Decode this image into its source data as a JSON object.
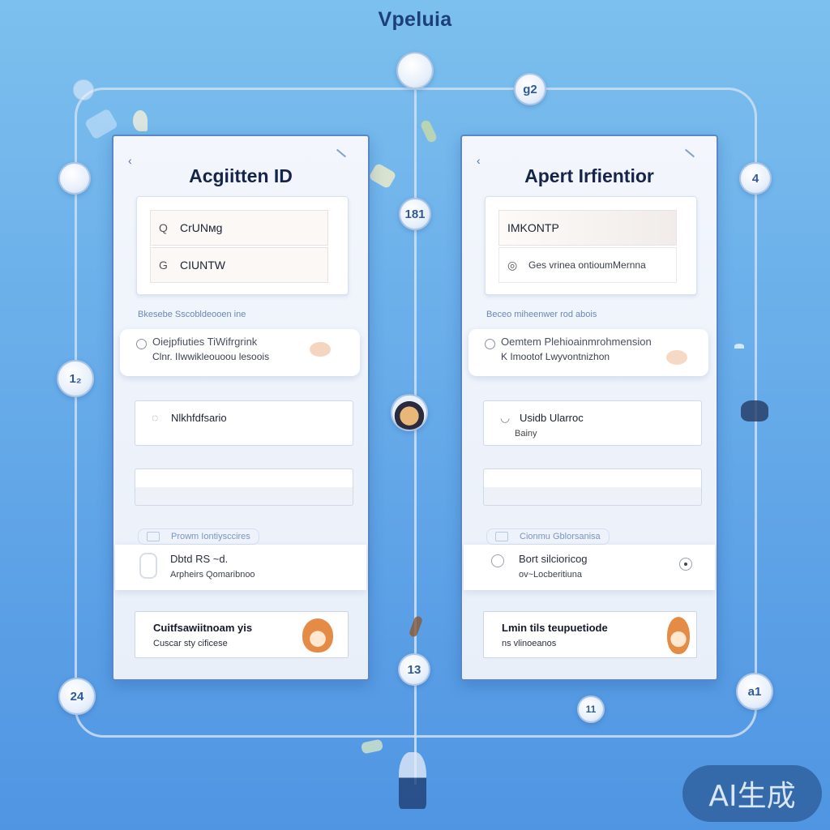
{
  "app": {
    "title": "Vpeluia"
  },
  "nodes": {
    "top_center": "",
    "top_right": "g2",
    "left_1": "",
    "left_2": "1₂",
    "left_bottom": "24",
    "center_1": "181",
    "center_2": "",
    "center_3": "13",
    "right_1": "4",
    "right_bottom": "a1",
    "bottom_mid": "11"
  },
  "left_card": {
    "back_label": "‹",
    "title": "Acgiitten ID",
    "fields": [
      {
        "icon": "Q",
        "value": "CrUNмg"
      },
      {
        "icon": "G",
        "value": "CIUNTW"
      }
    ],
    "section_label": "Bkesebe Sscobldeooen ine",
    "list_row": {
      "line1": "Oiejpfiuties TiWifrgrink",
      "line2": "Clnr. IIwwikleouoou lesoois"
    },
    "option": {
      "title": "Nlkhfdfsario",
      "sub": ""
    },
    "chip_label": "Prowm Iontiysccires",
    "list_row2": {
      "line1": "Dbtd RS ~d.",
      "line2": "Arpheirs Qomaribnoo"
    },
    "feature": {
      "title": "Cuitfsawiitnoam yis",
      "sub": "Cuscar sty cificese"
    }
  },
  "right_card": {
    "back_label": "‹",
    "title": "Apert Irfientior",
    "fields": [
      {
        "icon": "",
        "value": "IMKONTP"
      },
      {
        "icon": "◎",
        "value": "Ges vrinea ontioumMernna"
      }
    ],
    "section_label": "Beceo miheenwer rod abois",
    "list_row": {
      "line1": "Oemtem  Plehioainmrohmension",
      "line2": "K Imootof Lwyvontnizhon"
    },
    "option": {
      "title": "Usidb Ularroc",
      "sub": "Bainy"
    },
    "chip_label": "Cionmu  Gblorsanisa",
    "list_row2": {
      "line1": "Bort silcioricog",
      "line2": "ov~Locberitiuna"
    },
    "feature": {
      "title": "Lmin tils teupuetiode",
      "sub": "ns vlinoeanos"
    }
  },
  "badge": {
    "label": "AI生成"
  },
  "colors": {
    "background_top": "#7cc0ee",
    "background_bottom": "#4f95e2",
    "card_border": "#5a88c7",
    "title_text": "#1d3f78",
    "badge_bg": "#3062a0"
  }
}
